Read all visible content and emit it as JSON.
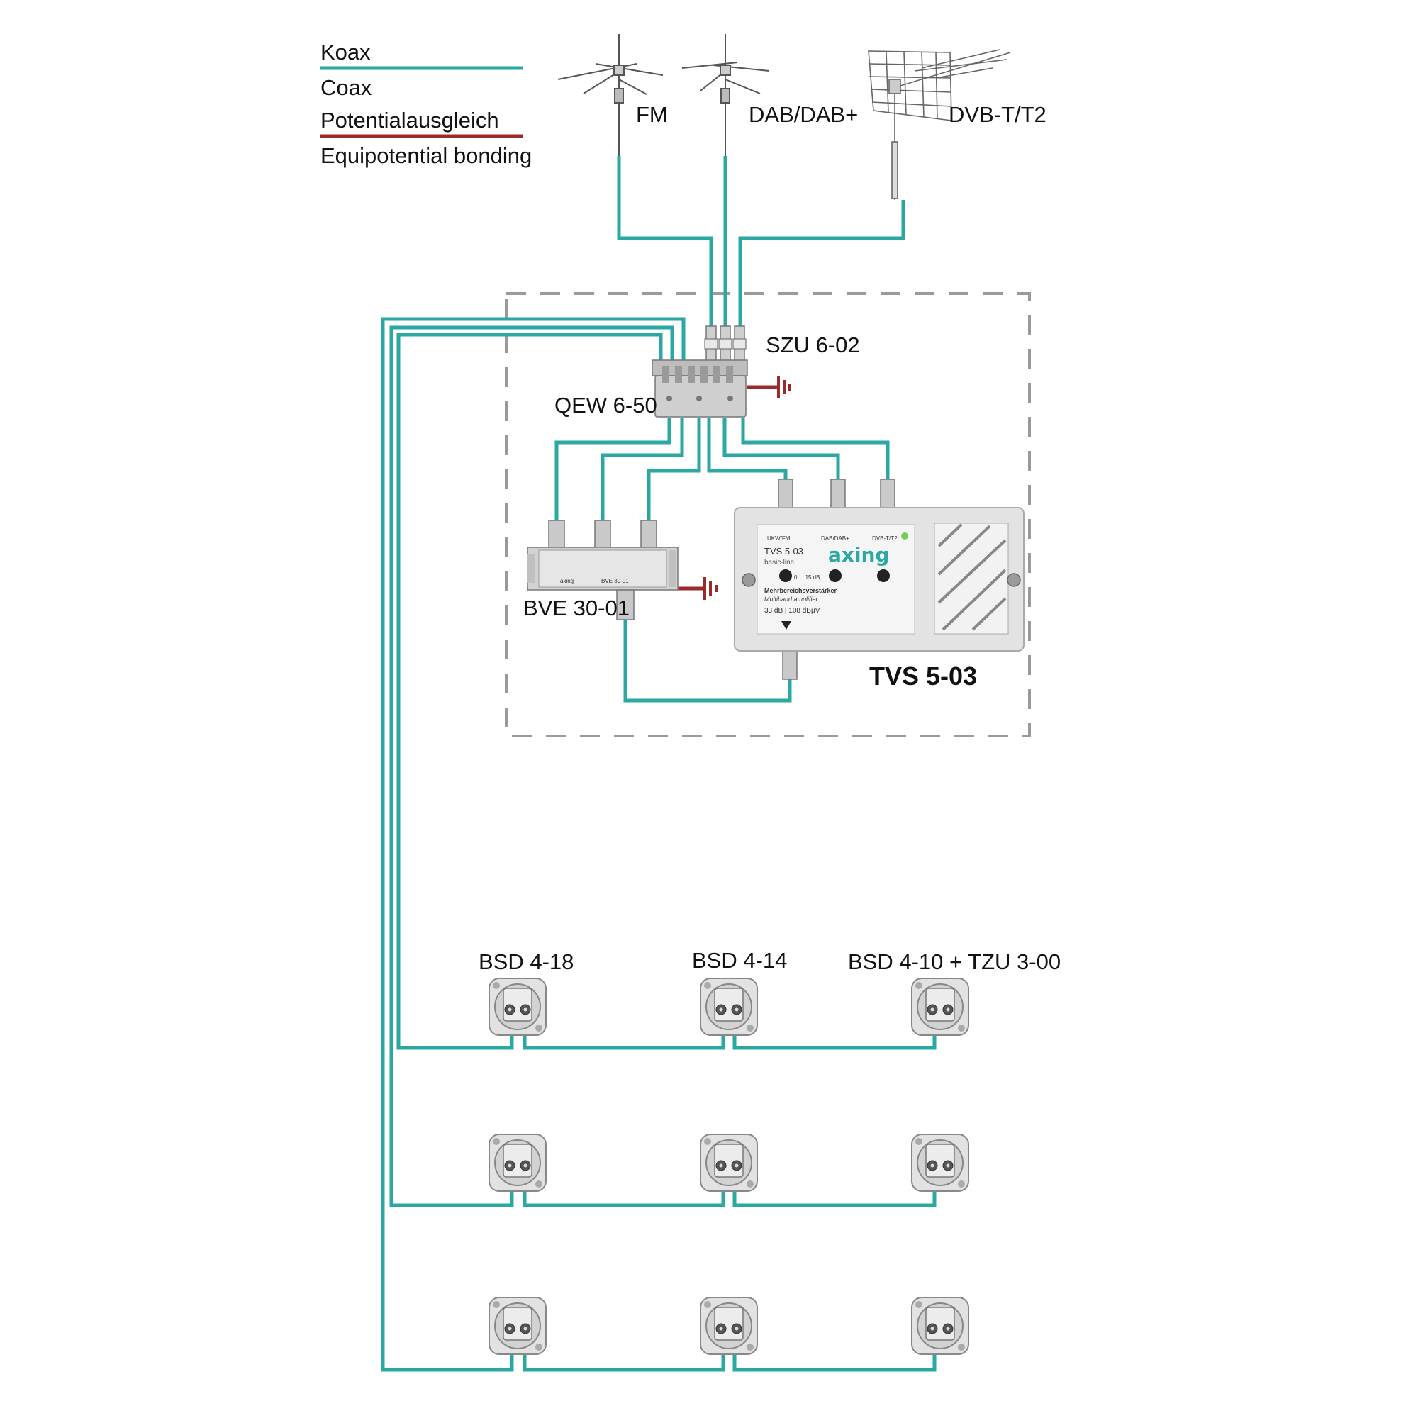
{
  "legend": {
    "coax_de": "Koax",
    "coax_en": "Coax",
    "bonding_de": "Potentialausgleich",
    "bonding_en": "Equipotential bonding"
  },
  "colors": {
    "coax": "#2aa8a1",
    "bonding": "#9b2b2b",
    "dashed_frame": "#9a9a9a",
    "device": "#d4d4d4",
    "brand": "#2aa8a1"
  },
  "antennas": {
    "fm": "FM",
    "dab": "DAB/DAB+",
    "dvbt": "DVB-T/T2"
  },
  "components": {
    "szu": "SZU 6-02",
    "qew": "QEW 6-50",
    "bve": "BVE 30-01",
    "tvs": "TVS 5-03"
  },
  "amplifier": {
    "model": "TVS 5-03",
    "line": "basic-line",
    "brand": "axing",
    "desc_de": "Mehrbereichsverstärker",
    "desc_en": "Multiband amplifier",
    "spec": "33 dB | 108 dBµV",
    "ch1": "UKW/FM",
    "ch2": "DAB/DAB+",
    "ch3": "DVB-T/T2",
    "knob": "0 ... 15 dB"
  },
  "splitter": {
    "model": "BVE 30-01",
    "brand": "axing"
  },
  "outlets": {
    "type_a": "BSD 4-18",
    "type_b": "BSD 4-14",
    "type_c": "BSD 4-10 + TZU 3-00"
  }
}
